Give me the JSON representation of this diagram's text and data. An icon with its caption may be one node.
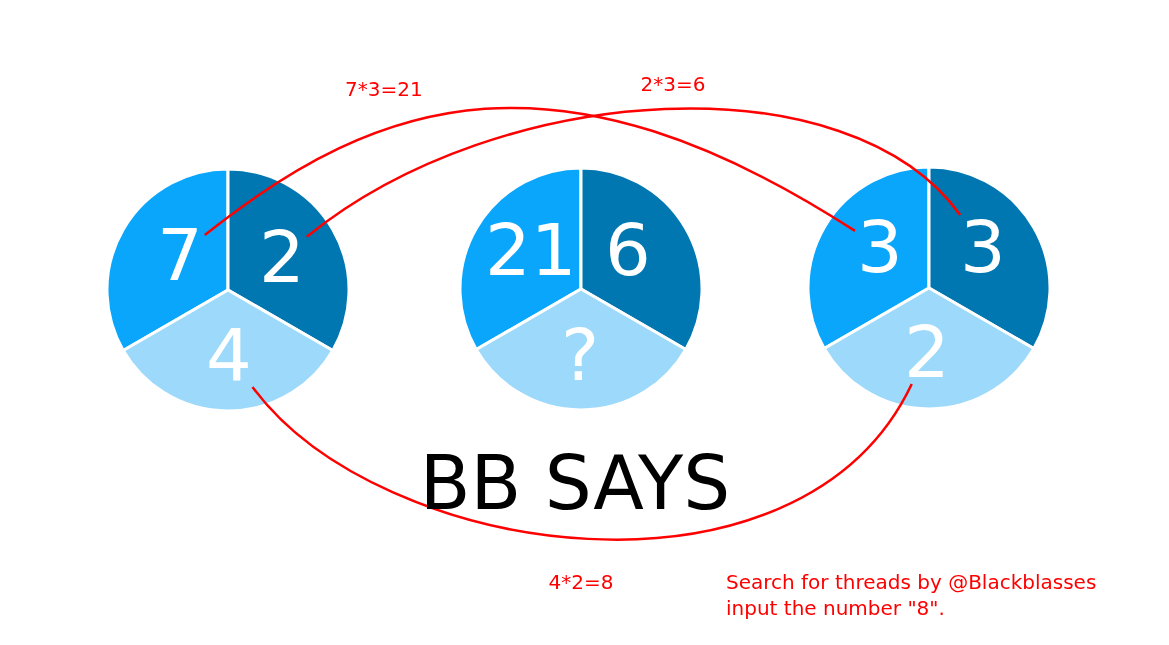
{
  "diagram": {
    "title": "BB SAYS",
    "nodes": [
      {
        "text": [],
        "shape": "circle"
      },
      {
        "text": [
          "7"
        ],
        "in": 0
      },
      {
        "text": [
          "2"
        ],
        "in": 0
      },
      {
        "text": [
          "4"
        ],
        "in": 0
      },
      {
        "text": [],
        "shape": "circle"
      },
      {
        "text": [
          "21"
        ],
        "in": 4
      },
      {
        "text": [
          "6"
        ],
        "in": 4
      },
      {
        "text": [
          "?"
        ],
        "in": 4
      },
      {
        "text": [],
        "shape": "circle"
      },
      {
        "text": [
          "3"
        ],
        "in": 8
      },
      {
        "text": [
          "3"
        ],
        "in": 8
      },
      {
        "text": [
          "2"
        ],
        "in": 8
      }
    ],
    "edges": [
      {
        "from": 1,
        "to": 9,
        "arrow": "none",
        "label": "7*3=21"
      },
      {
        "from": 2,
        "to": 10,
        "arrow": "none",
        "label": "2*3=6"
      },
      {
        "from": 3,
        "to": 11,
        "arrow": "none",
        "label": "4*2=8"
      }
    ],
    "labels": [
      "Search for threads by @Blackblasses input the number \"8\"."
    ]
  }
}
